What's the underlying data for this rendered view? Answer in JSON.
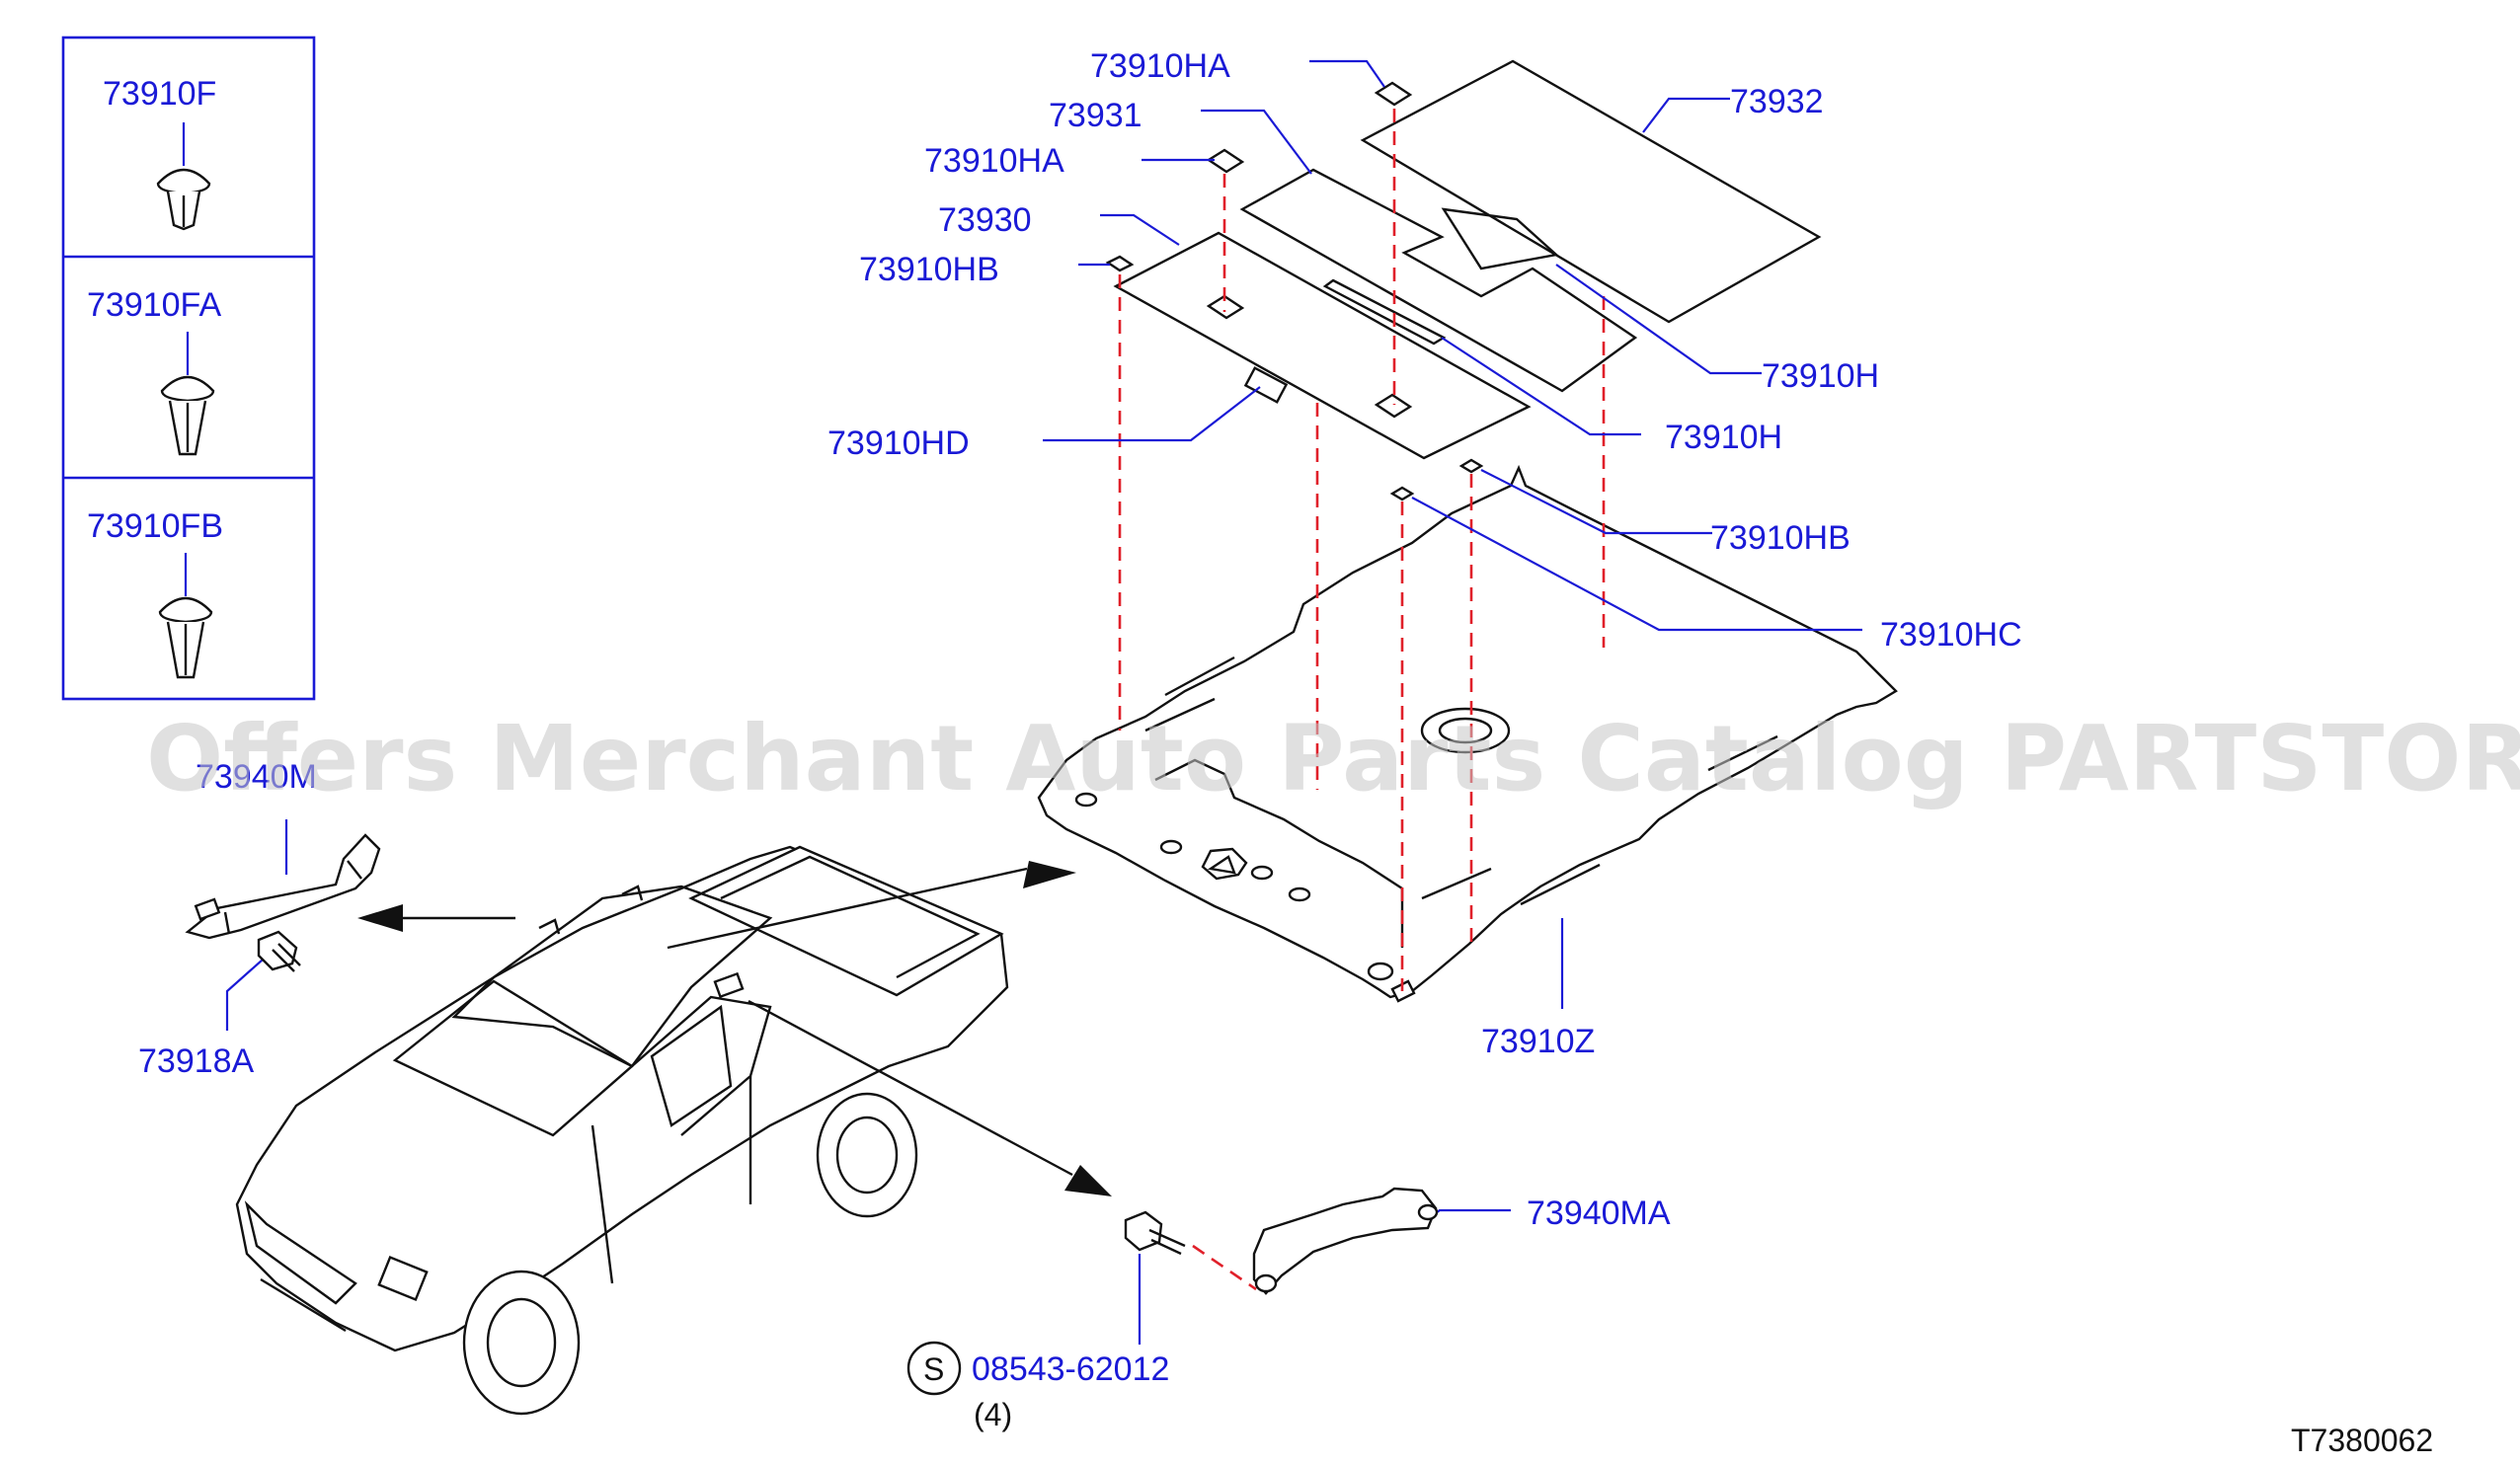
{
  "watermark": "Offers Merchant Auto Parts Catalog PARTSTORE.SA",
  "diagram_id": "T7380062",
  "colors": {
    "label": "#1a1ad6",
    "line_art": "#111111",
    "dashed_alignment": "#e0202a",
    "watermark": "#c8c8c8"
  },
  "inset_labels": {
    "clip_f": "73910F",
    "clip_fa": "73910FA",
    "clip_fb": "73910FB"
  },
  "labels": {
    "p73910HA_top": "73910HA",
    "p73931": "73931",
    "p73932": "73932",
    "p73910HA_mid": "73910HA",
    "p73930": "73930",
    "p73910HB_left": "73910HB",
    "p73910H_right1": "73910H",
    "p73910H_right2": "73910H",
    "p73910HD": "73910HD",
    "p73910HB_right": "73910HB",
    "p73910HC": "73910HC",
    "p73940M": "73940M",
    "p73918A": "73918A",
    "p73910Z": "73910Z",
    "p73940MA": "73940MA",
    "bolt_part": "08543-62012",
    "bolt_marker": "S",
    "bolt_qty": "(4)"
  }
}
